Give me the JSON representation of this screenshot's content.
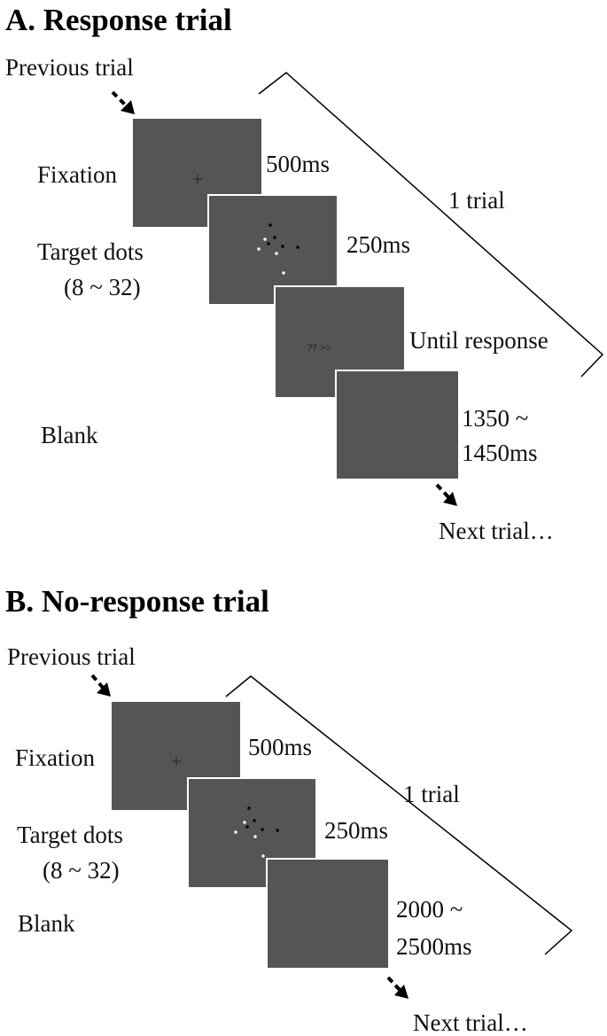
{
  "panel_a": {
    "title": "A. Response trial",
    "previous_label": "Previous trial",
    "next_label": "Next trial…",
    "bracket_label": "1 trial",
    "fixation_label": "Fixation",
    "fixation_time": "500ms",
    "target_label_line1": "Target dots",
    "target_label_line2": "(8 ~ 32)",
    "target_time": "250ms",
    "prompt_text": "?? >>",
    "response_time": "Until response",
    "blank_label": "Blank",
    "blank_time_line1": "1350 ~",
    "blank_time_line2": "1450ms"
  },
  "panel_b": {
    "title": "B. No-response trial",
    "previous_label": "Previous trial",
    "next_label": "Next trial…",
    "bracket_label": "1 trial",
    "fixation_label": "Fixation",
    "fixation_time": "500ms",
    "target_label_line1": "Target dots",
    "target_label_line2": "(8 ~ 32)",
    "target_time": "250ms",
    "blank_label": "Blank",
    "blank_time_line1": "2000 ~",
    "blank_time_line2": "2500ms"
  },
  "colors": {
    "screen": "#555555",
    "dot_black": "#000000",
    "dot_white": "#ffffff"
  },
  "icons": {
    "fixation_cross": "plus-icon",
    "flow_arrow": "dashed-arrow-icon"
  }
}
